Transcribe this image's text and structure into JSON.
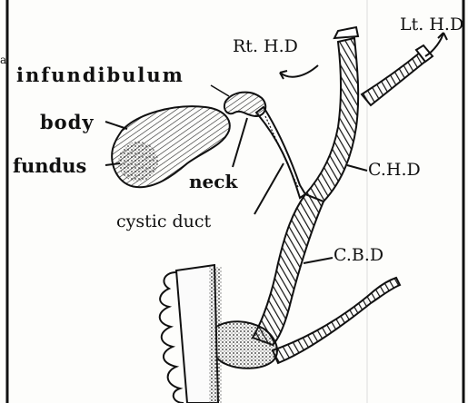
{
  "labels": {
    "infundibulum": "infundibulum",
    "body": "body",
    "fundus": "fundus",
    "neck": "neck",
    "cystic_duct": "cystic duct",
    "right_hepatic_duct": "Rt. H.D",
    "left_hepatic_duct": "Lt. H.D",
    "common_hepatic_duct": "C.H.D",
    "common_bile_duct": "C.B.D",
    "edge_fragment": "a"
  },
  "colors": {
    "ink": "#111111",
    "paper": "#fdfdfb"
  }
}
